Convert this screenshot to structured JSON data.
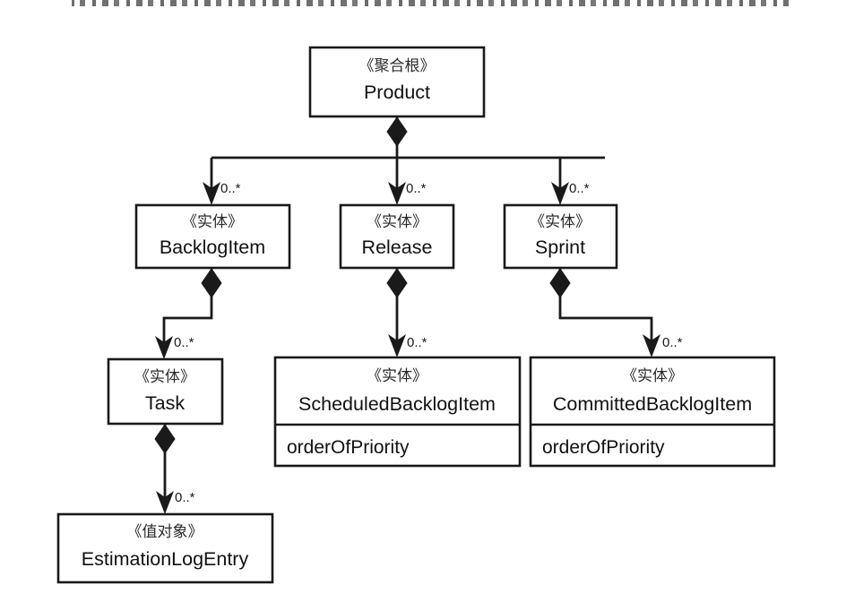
{
  "diagram": {
    "kind": "uml-class-diagram",
    "title": "",
    "stereotypes": {
      "aggregate_root": "《聚合根》",
      "entity": "《实体》",
      "value_object": "《值对象》"
    },
    "multiplicity_default": "0..*",
    "colors": {
      "stroke": "#1a1a1a",
      "fill": "#ffffff",
      "background": "#ffffff"
    },
    "classes": [
      {
        "id": "product",
        "stereotype": "《聚合根》",
        "name": "Product",
        "attributes": []
      },
      {
        "id": "backlogitem",
        "stereotype": "《实体》",
        "name": "BacklogItem",
        "attributes": []
      },
      {
        "id": "release",
        "stereotype": "《实体》",
        "name": "Release",
        "attributes": []
      },
      {
        "id": "sprint",
        "stereotype": "《实体》",
        "name": "Sprint",
        "attributes": []
      },
      {
        "id": "task",
        "stereotype": "《实体》",
        "name": "Task",
        "attributes": []
      },
      {
        "id": "scheduledbacklogitem",
        "stereotype": "《实体》",
        "name": "ScheduledBacklogItem",
        "attributes": [
          "orderOfPriority"
        ]
      },
      {
        "id": "committedbacklogitem",
        "stereotype": "《实体》",
        "name": "CommittedBacklogItem",
        "attributes": [
          "orderOfPriority"
        ]
      },
      {
        "id": "estimationlogentry",
        "stereotype": "《值对象》",
        "name": "EstimationLogEntry",
        "attributes": []
      }
    ],
    "relationships": [
      {
        "id": "r1",
        "type": "composition",
        "from": "product",
        "to": "backlogitem",
        "multiplicity": "0..*"
      },
      {
        "id": "r2",
        "type": "composition",
        "from": "product",
        "to": "release",
        "multiplicity": "0..*"
      },
      {
        "id": "r3",
        "type": "composition",
        "from": "product",
        "to": "sprint",
        "multiplicity": "0..*"
      },
      {
        "id": "r4",
        "type": "composition",
        "from": "backlogitem",
        "to": "task",
        "multiplicity": "0..*"
      },
      {
        "id": "r5",
        "type": "composition",
        "from": "release",
        "to": "scheduledbacklogitem",
        "multiplicity": "0..*"
      },
      {
        "id": "r6",
        "type": "composition",
        "from": "sprint",
        "to": "committedbacklogitem",
        "multiplicity": "0..*"
      },
      {
        "id": "r7",
        "type": "composition",
        "from": "task",
        "to": "estimationlogentry",
        "multiplicity": "0..*"
      }
    ]
  }
}
